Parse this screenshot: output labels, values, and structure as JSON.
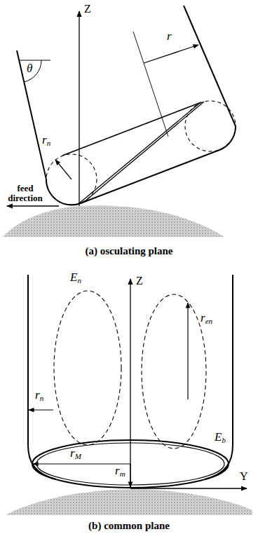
{
  "diagram": {
    "labels": [
      "Z",
      "θ",
      "r",
      "r",
      "n",
      "feed direction",
      "(a) osculating plane",
      "E",
      "n",
      "Z",
      "r",
      "en",
      "r",
      "n",
      "E",
      "b",
      "r",
      "M",
      "r",
      "m",
      "Y",
      "(b) common plane"
    ]
  }
}
